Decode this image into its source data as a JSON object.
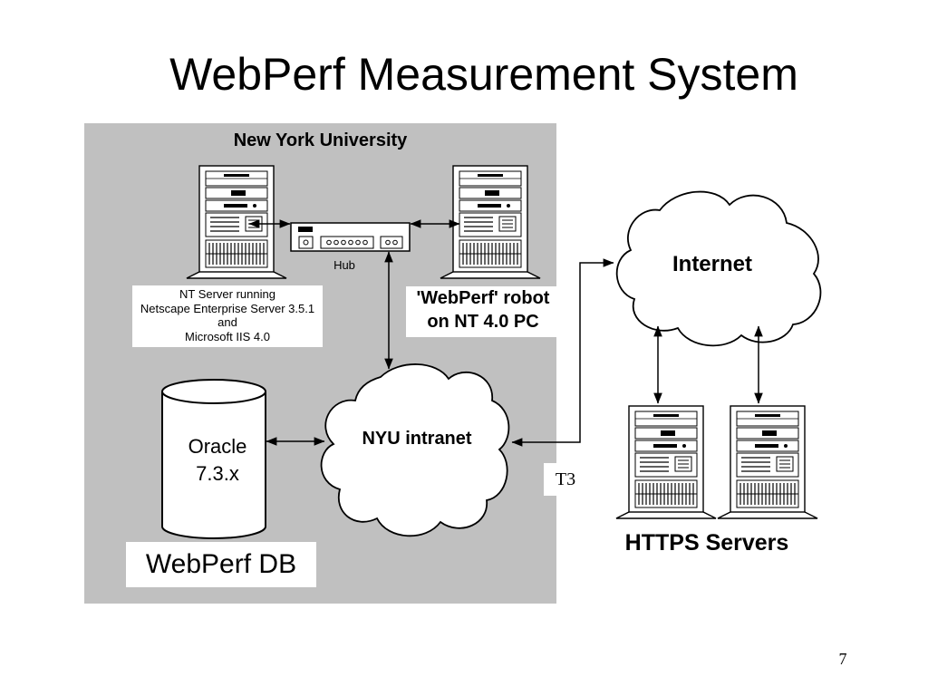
{
  "slide": {
    "title": "WebPerf Measurement System",
    "page_number": "7"
  },
  "nyu": {
    "title": "New York University",
    "background_color": "#c0c0c0"
  },
  "nt_server": {
    "lines": [
      "NT Server running",
      "Netscape Enterprise Server 3.5.1",
      "and",
      "Microsoft IIS 4.0"
    ],
    "icon": "server-tower-icon"
  },
  "hub": {
    "label": "Hub",
    "icon": "network-hub-icon"
  },
  "robot": {
    "lines": [
      "'WebPerf' robot",
      "on NT 4.0 PC"
    ],
    "icon": "server-tower-icon"
  },
  "database": {
    "lines": [
      "Oracle",
      "7.3.x"
    ],
    "name": "WebPerf DB",
    "icon": "database-cylinder-icon"
  },
  "intranet": {
    "label": "NYU intranet",
    "icon": "cloud-icon"
  },
  "link": {
    "label": "T3"
  },
  "internet": {
    "label": "Internet",
    "icon": "cloud-icon"
  },
  "https_servers": {
    "label": "HTTPS Servers",
    "icon": "server-tower-icon"
  }
}
